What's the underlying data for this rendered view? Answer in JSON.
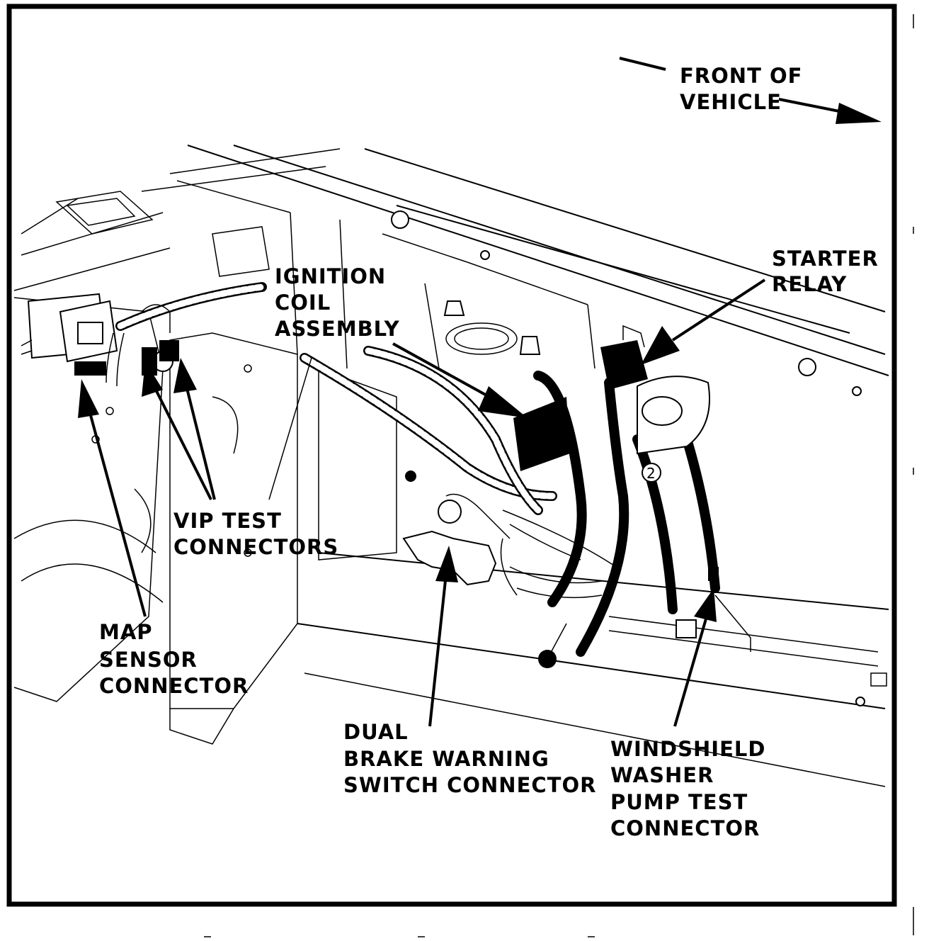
{
  "labels": {
    "front_line1": "FRONT OF",
    "front_line2": "VEHICLE",
    "starter_line1": "STARTER",
    "starter_line2": "RELAY",
    "ignition_line1": "IGNITION",
    "ignition_line2": "COIL",
    "ignition_line3": "ASSEMBLY",
    "vip_line1": "VIP TEST",
    "vip_line2": "CONNECTORS",
    "map_line1": "MAP",
    "map_line2": "SENSOR",
    "map_line3": "CONNECTOR",
    "brake_line1": "DUAL",
    "brake_line2": "BRAKE WARNING",
    "brake_line3": "SWITCH CONNECTOR",
    "washer_line1": "WINDSHIELD",
    "washer_line2": "WASHER",
    "washer_line3": "PUMP TEST",
    "washer_line4": "CONNECTOR",
    "reservoir_mark": "2"
  }
}
